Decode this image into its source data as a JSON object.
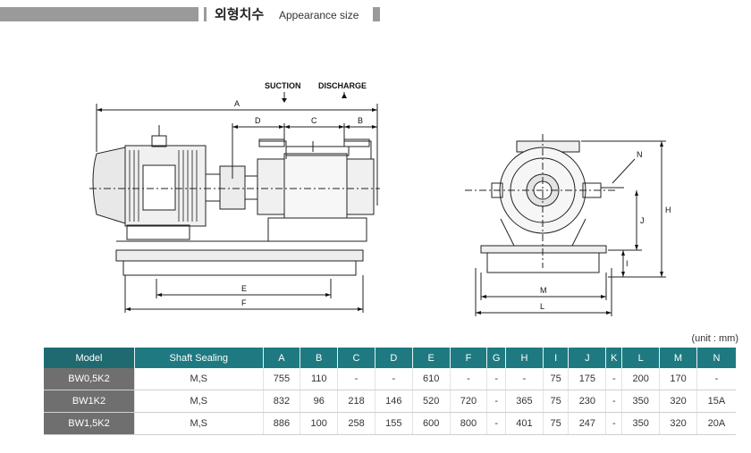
{
  "header": {
    "title_ko": "외형치수",
    "title_en": "Appearance size"
  },
  "drawing": {
    "labels": {
      "suction": "SUCTION",
      "discharge": "DISCHARGE",
      "A": "A",
      "B": "B",
      "C": "C",
      "D": "D",
      "E": "E",
      "F": "F",
      "H": "H",
      "I": "I",
      "J": "J",
      "L": "L",
      "M": "M",
      "N": "N"
    }
  },
  "unit_note": "(unit : mm)",
  "table": {
    "headers": [
      "Model",
      "Shaft Sealing",
      "A",
      "B",
      "C",
      "D",
      "E",
      "F",
      "G",
      "H",
      "I",
      "J",
      "K",
      "L",
      "M",
      "N"
    ],
    "rows": [
      [
        "BW0,5K2",
        "M,S",
        "755",
        "110",
        "-",
        "-",
        "610",
        "-",
        "-",
        "-",
        "75",
        "175",
        "-",
        "200",
        "170",
        "-"
      ],
      [
        "BW1K2",
        "M,S",
        "832",
        "96",
        "218",
        "146",
        "520",
        "720",
        "-",
        "365",
        "75",
        "230",
        "-",
        "350",
        "320",
        "15A"
      ],
      [
        "BW1,5K2",
        "M,S",
        "886",
        "100",
        "258",
        "155",
        "600",
        "800",
        "-",
        "401",
        "75",
        "247",
        "-",
        "350",
        "320",
        "20A"
      ]
    ]
  }
}
